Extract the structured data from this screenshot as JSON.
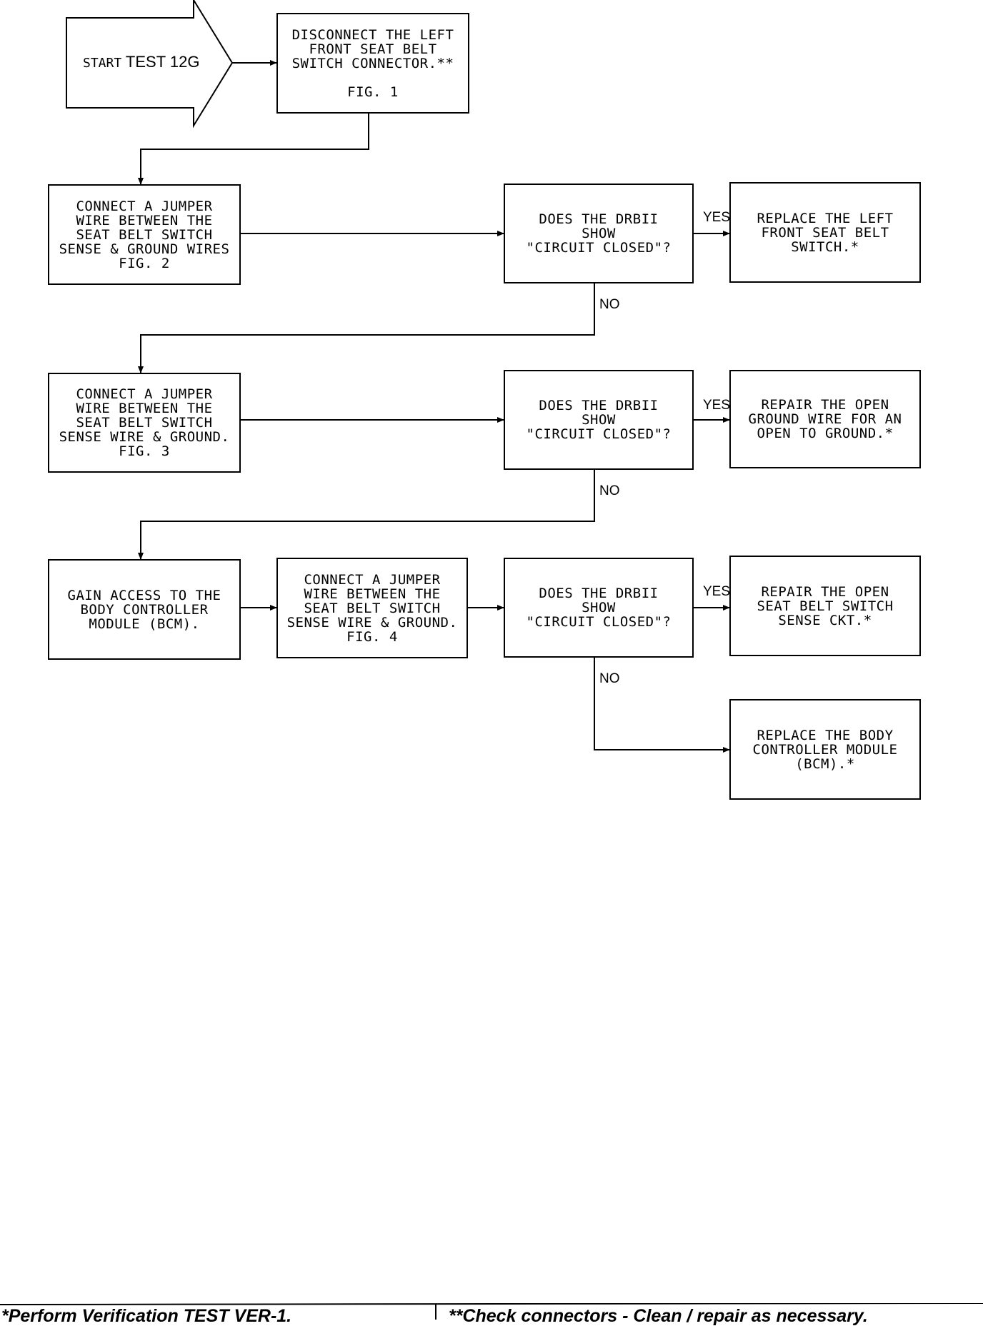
{
  "start": {
    "word": "START",
    "test": "TEST 12G"
  },
  "steps": {
    "disconnect": "DISCONNECT THE LEFT\nFRONT SEAT BELT\nSWITCH CONNECTOR.**\n\nFIG. 1",
    "jumper_sense_ground_wires": "CONNECT A JUMPER\nWIRE BETWEEN THE\nSEAT BELT SWITCH\nSENSE & GROUND WIRES\nFIG. 2",
    "jumper_sense_wire_ground_fig3": "CONNECT A JUMPER\nWIRE BETWEEN THE\nSEAT BELT SWITCH\nSENSE WIRE & GROUND.\nFIG. 3",
    "gain_access_bcm": "GAIN ACCESS TO THE\nBODY CONTROLLER\nMODULE (BCM).",
    "jumper_sense_wire_ground_fig4": "CONNECT A JUMPER\nWIRE BETWEEN THE\nSEAT BELT SWITCH\nSENSE WIRE & GROUND.\nFIG. 4"
  },
  "decisions": {
    "d1": "DOES THE DRBII\nSHOW\n\"CIRCUIT CLOSED\"?",
    "d2": "DOES THE DRBII\nSHOW\n\"CIRCUIT CLOSED\"?",
    "d3": "DOES THE DRBII\nSHOW\n\"CIRCUIT CLOSED\"?"
  },
  "results": {
    "replace_switch": "REPLACE THE LEFT\nFRONT SEAT BELT\nSWITCH.*",
    "repair_ground": "REPAIR THE OPEN\nGROUND WIRE FOR AN\nOPEN TO GROUND.*",
    "repair_sense": "REPAIR THE OPEN\nSEAT BELT SWITCH\nSENSE CKT.*",
    "replace_bcm": "REPLACE THE BODY\nCONTROLLER MODULE\n(BCM).*"
  },
  "labels": {
    "yes": "YES",
    "no": "NO"
  },
  "footer": {
    "left": "*Perform Verification TEST VER-1.",
    "right": "**Check connectors - Clean / repair as necessary."
  }
}
